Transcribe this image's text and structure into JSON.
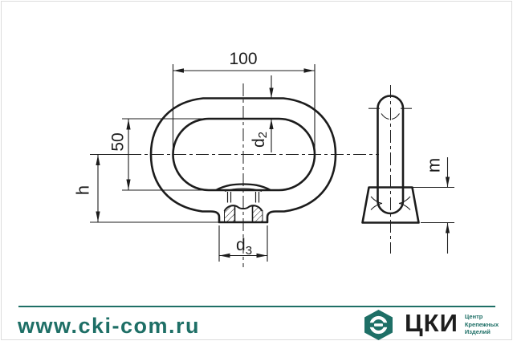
{
  "colors": {
    "ink": "#1c1c1c",
    "accent": "#1E6F66"
  },
  "drawing": {
    "front_view": {
      "dim_width": "100",
      "dim_inner_height": "50",
      "dim_height": "h",
      "dim_d2": {
        "base": "d",
        "sub": "2"
      },
      "dim_d3": {
        "base": "d",
        "sub": "3"
      }
    },
    "side_view": {
      "dim_m": "m"
    }
  },
  "footer": {
    "website": "www.cki-com.ru",
    "brand": "ЦКИ",
    "tagline": [
      "Центр",
      "Крепежных",
      "Изделий"
    ]
  }
}
